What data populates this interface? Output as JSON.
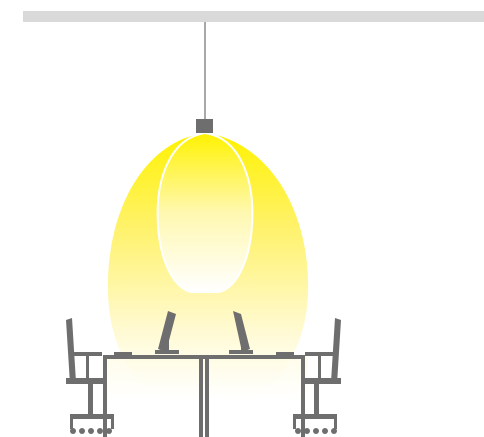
{
  "scene": {
    "kind": "pendant-luminaire-light-distribution",
    "light_color": "#fff200",
    "ceiling_color": "#d9d9d9",
    "furniture_color": "#6e6e6e",
    "icons": [
      "ceiling-bar",
      "suspension-cable",
      "luminaire-canopy",
      "light-cone",
      "workstation-desk",
      "monitor-icon",
      "office-chair-icon"
    ]
  }
}
